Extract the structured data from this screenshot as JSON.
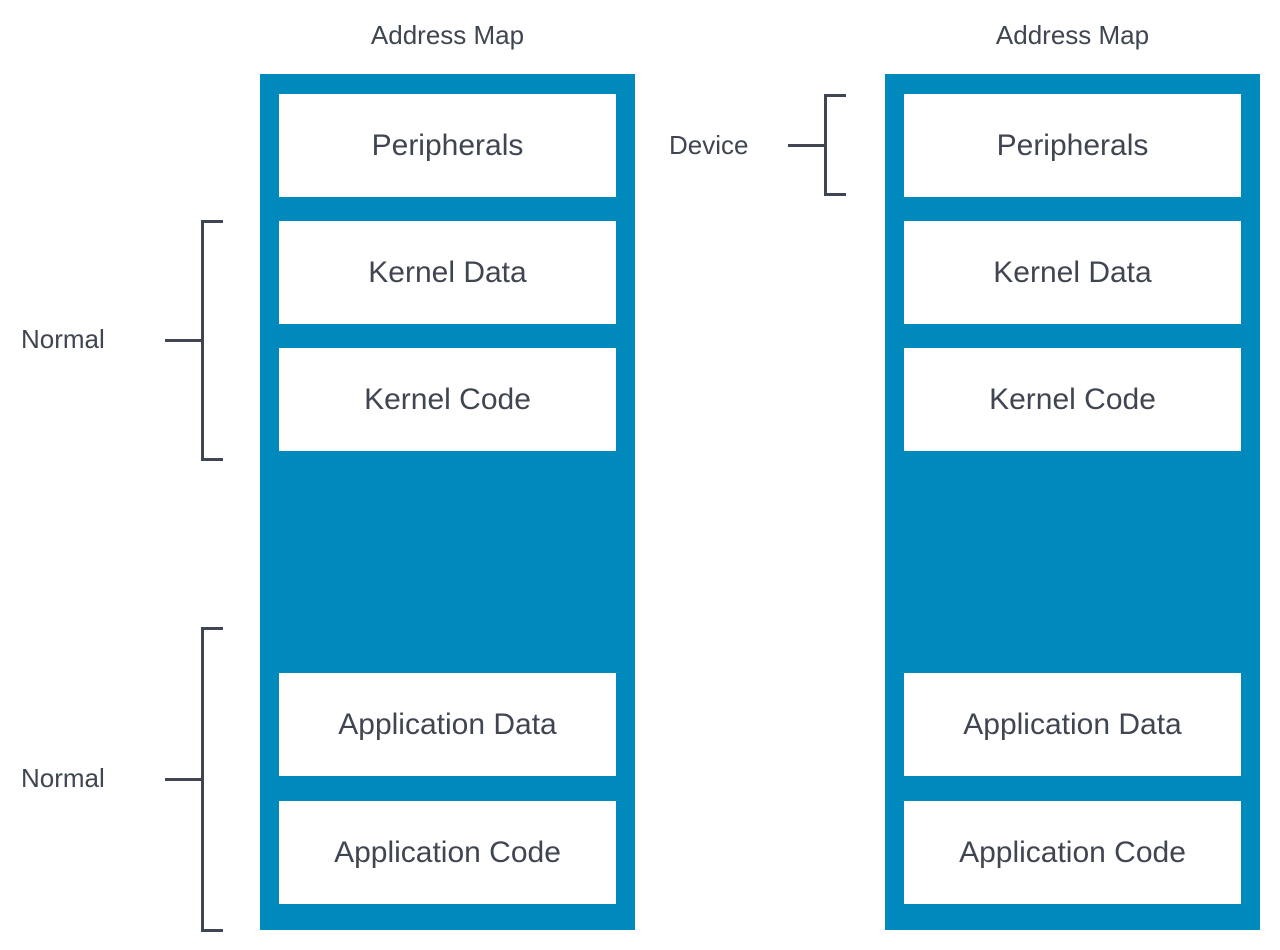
{
  "maps": [
    {
      "title": "Address Map",
      "regions": [
        "Peripherals",
        "Kernel Data",
        "Kernel Code",
        "Application Data",
        "Application Code"
      ]
    },
    {
      "title": "Address Map",
      "regions": [
        "Peripherals",
        "Kernel Data",
        "Kernel Code",
        "Application Data",
        "Application Code"
      ]
    }
  ],
  "attributes": {
    "left_upper": "Normal",
    "left_lower": "Normal",
    "right_device": "Device"
  },
  "colors": {
    "frame": "#0089bc",
    "text": "#3f4652"
  }
}
